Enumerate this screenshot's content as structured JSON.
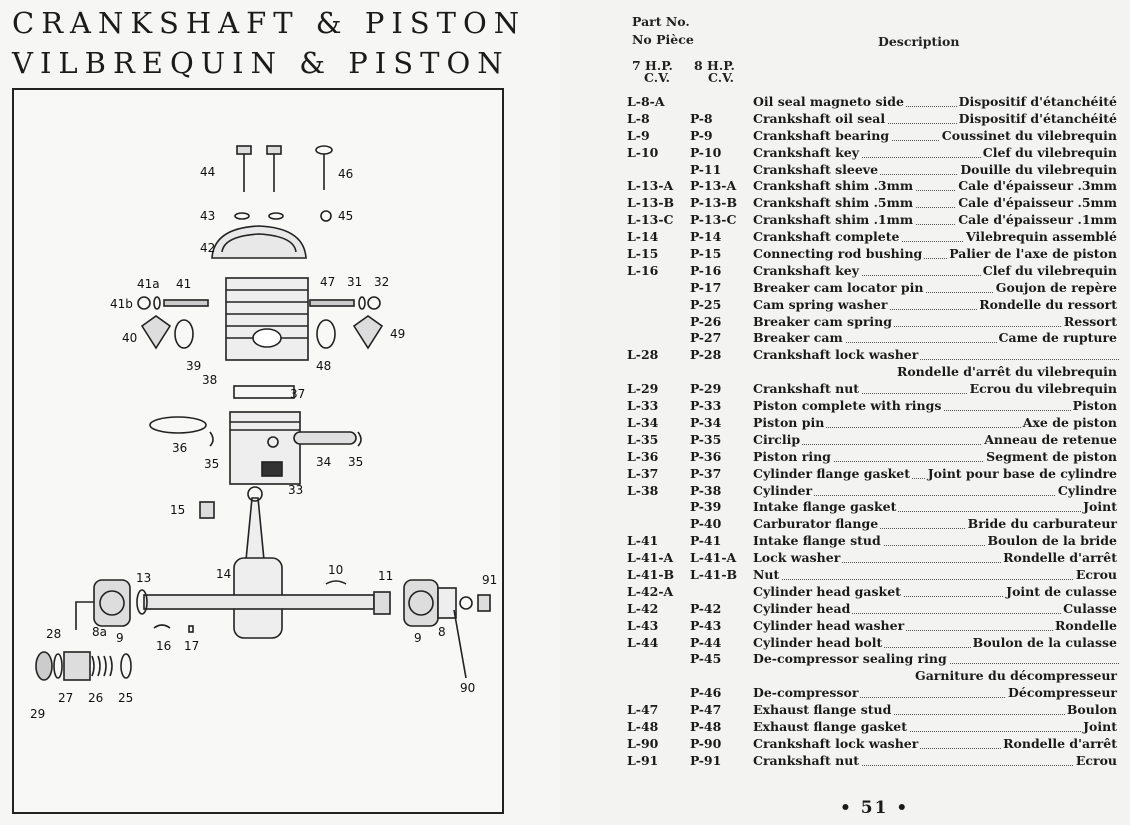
{
  "left": {
    "title_line1": "CRANKSHAFT & PISTON",
    "title_line2": "VILBREQUIN & PISTON",
    "callouts": [
      "44",
      "46",
      "43",
      "45",
      "42",
      "41a",
      "41",
      "47",
      "31",
      "32",
      "41b",
      "40",
      "49",
      "39",
      "38",
      "48",
      "37",
      "36",
      "35",
      "34",
      "35",
      "33",
      "15",
      "10",
      "13",
      "14",
      "11",
      "91",
      "28",
      "8a",
      "9",
      "16",
      "17",
      "9",
      "8",
      "29",
      "27",
      "26",
      "25",
      "90"
    ]
  },
  "right": {
    "header": {
      "part_no": "Part No.",
      "no_piece": "No Pièce",
      "description": "Description",
      "col7_hp": "7 H.P.",
      "col7_cv": "C.V.",
      "col8_hp": "8 H.P.",
      "col8_cv": "C.V."
    },
    "rows": [
      {
        "p7": "L-8-A",
        "p8": "",
        "en": "Oil seal magneto side",
        "fr": "Dispositif d'étanchéité"
      },
      {
        "p7": "L-8",
        "p8": "P-8",
        "en": "Crankshaft oil seal",
        "fr": "Dispositif d'étanchéité"
      },
      {
        "p7": "L-9",
        "p8": "P-9",
        "en": "Crankshaft bearing",
        "fr": "Coussinet du vilebrequin"
      },
      {
        "p7": "L-10",
        "p8": "P-10",
        "en": "Crankshaft key",
        "fr": "Clef du vilebrequin"
      },
      {
        "p7": "",
        "p8": "P-11",
        "en": "Crankshaft sleeve",
        "fr": "Douille du vilebrequin"
      },
      {
        "p7": "L-13-A",
        "p8": "P-13-A",
        "en": "Crankshaft shim .3mm",
        "fr": "Cale d'épaisseur .3mm"
      },
      {
        "p7": "L-13-B",
        "p8": "P-13-B",
        "en": "Crankshaft shim .5mm",
        "fr": "Cale d'épaisseur .5mm"
      },
      {
        "p7": "L-13-C",
        "p8": "P-13-C",
        "en": "Crankshaft shim .1mm",
        "fr": "Cale d'épaisseur .1mm"
      },
      {
        "p7": "L-14",
        "p8": "P-14",
        "en": "Crankshaft complete",
        "fr": "Vilebrequin assemblé"
      },
      {
        "p7": "L-15",
        "p8": "P-15",
        "en": "Connecting rod bushing",
        "fr": "Palier de l'axe de piston"
      },
      {
        "p7": "L-16",
        "p8": "P-16",
        "en": "Crankshaft key",
        "fr": "Clef du vilebrequin"
      },
      {
        "p7": "",
        "p8": "P-17",
        "en": "Breaker cam locator pin",
        "fr": "Goujon de repère"
      },
      {
        "p7": "",
        "p8": "P-25",
        "en": "Cam spring washer",
        "fr": "Rondelle du ressort"
      },
      {
        "p7": "",
        "p8": "P-26",
        "en": "Breaker cam spring",
        "fr": "Ressort"
      },
      {
        "p7": "",
        "p8": "P-27",
        "en": "Breaker cam",
        "fr": "Came de rupture"
      },
      {
        "p7": "L-28",
        "p8": "P-28",
        "en": "Crankshaft lock washer",
        "fr": "Rondelle d'arrêt du vilebrequin",
        "tall": true
      },
      {
        "p7": "L-29",
        "p8": "P-29",
        "en": "Crankshaft nut",
        "fr": "Ecrou du vilebrequin"
      },
      {
        "p7": "L-33",
        "p8": "P-33",
        "en": "Piston complete with rings",
        "fr": "Piston"
      },
      {
        "p7": "L-34",
        "p8": "P-34",
        "en": "Piston pin",
        "fr": "Axe de piston"
      },
      {
        "p7": "L-35",
        "p8": "P-35",
        "en": "Circlip",
        "fr": "Anneau de retenue"
      },
      {
        "p7": "L-36",
        "p8": "P-36",
        "en": "Piston ring",
        "fr": "Segment de piston"
      },
      {
        "p7": "L-37",
        "p8": "P-37",
        "en": "Cylinder flange gasket",
        "fr": "Joint pour base de cylindre"
      },
      {
        "p7": "L-38",
        "p8": "P-38",
        "en": "Cylinder",
        "fr": "Cylindre"
      },
      {
        "p7": "",
        "p8": "P-39",
        "en": "Intake flange gasket",
        "fr": "Joint"
      },
      {
        "p7": "",
        "p8": "P-40",
        "en": "Carburator flange",
        "fr": "Bride du carburateur"
      },
      {
        "p7": "L-41",
        "p8": "P-41",
        "en": "Intake flange stud",
        "fr": "Boulon de la bride"
      },
      {
        "p7": "L-41-A",
        "p8": "L-41-A",
        "en": "Lock washer",
        "fr": "Rondelle d'arrêt"
      },
      {
        "p7": "L-41-B",
        "p8": "L-41-B",
        "en": "Nut",
        "fr": "Ecrou"
      },
      {
        "p7": "L-42-A",
        "p8": "",
        "en": "Cylinder head gasket",
        "fr": "Joint de culasse"
      },
      {
        "p7": "L-42",
        "p8": "P-42",
        "en": "Cylinder head",
        "fr": "Culasse"
      },
      {
        "p7": "L-43",
        "p8": "P-43",
        "en": "Cylinder head washer",
        "fr": "Rondelle"
      },
      {
        "p7": "L-44",
        "p8": "P-44",
        "en": "Cylinder head bolt",
        "fr": "Boulon de la culasse"
      },
      {
        "p7": "",
        "p8": "P-45",
        "en": "De-compressor sealing ring",
        "fr": "Garniture du décompresseur",
        "tall": true
      },
      {
        "p7": "",
        "p8": "P-46",
        "en": "De-compressor",
        "fr": "Décompresseur"
      },
      {
        "p7": "L-47",
        "p8": "P-47",
        "en": "Exhaust flange stud",
        "fr": "Boulon"
      },
      {
        "p7": "L-48",
        "p8": "P-48",
        "en": "Exhaust flange gasket",
        "fr": "Joint"
      },
      {
        "p7": "L-90",
        "p8": "P-90",
        "en": "Crankshaft lock washer",
        "fr": "Rondelle d'arrêt"
      },
      {
        "p7": "L-91",
        "p8": "P-91",
        "en": "Crankshaft nut",
        "fr": "Ecrou"
      }
    ],
    "page_number": "• 51 •"
  }
}
